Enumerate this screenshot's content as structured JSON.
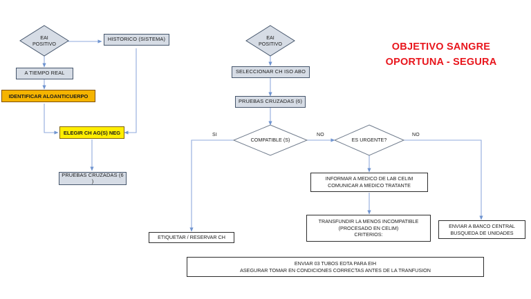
{
  "diagram": {
    "type": "flowchart",
    "title_banner": {
      "line1": "OBJETIVO SANGRE",
      "line2": "OPORTUNA - SEGURA",
      "color": "#e8151c"
    },
    "palette": {
      "grey_fill": "#d6dce5",
      "grey_border": "#44546a",
      "yellow_fill": "#ffee00",
      "orange_fill": "#f5b400",
      "white_fill": "#ffffff",
      "connector": "#8faadc",
      "black_border": "#2b2b2b"
    },
    "left_branch": {
      "nodes": [
        {
          "id": "eai-positivo-left",
          "shape": "diamond",
          "text_line1": "EAI",
          "text_line2": "POSITIVO",
          "style": "grey"
        },
        {
          "id": "historico-sistema",
          "shape": "rect",
          "text": "HISTORICO (SISTEMA)",
          "style": "grey"
        },
        {
          "id": "a-tiempo-real",
          "shape": "rect",
          "text": "A TIEMPO REAL",
          "style": "grey"
        },
        {
          "id": "identificar-aloanticuerpo",
          "shape": "rect",
          "text": "IDENTIFICAR ALOANTICUERPO",
          "style": "orange"
        },
        {
          "id": "elegir-ch-ag-neg",
          "shape": "rect",
          "text": "ELEGIR CH AG(S) NEG",
          "style": "yellow"
        },
        {
          "id": "pruebas-cruzadas-left",
          "shape": "rect",
          "text": "PRUEBAS CRUZADAS (6 )",
          "style": "grey"
        }
      ]
    },
    "right_branch": {
      "nodes": [
        {
          "id": "eai-positivo-right",
          "shape": "diamond",
          "text_line1": "EAI",
          "text_line2": "POSITIVO",
          "style": "grey"
        },
        {
          "id": "seleccionar-ch-iso-abo",
          "shape": "rect",
          "text": "SELECCIONAR CH ISO ABO",
          "style": "grey"
        },
        {
          "id": "pruebas-cruzadas-right",
          "shape": "rect",
          "text": "PRUEBAS CRUZADAS (6)",
          "style": "grey"
        },
        {
          "id": "compatible",
          "shape": "diamond",
          "text_line1": "COMPATIBLE (S)",
          "text_line2": "",
          "style": "white"
        },
        {
          "id": "es-urgente",
          "shape": "diamond",
          "text_line1": "ES URGENTE?",
          "text_line2": "",
          "style": "white"
        },
        {
          "id": "etiquetar-reservar-ch",
          "shape": "rect",
          "text": "ETIQUETAR / RESERVAR CH",
          "style": "white"
        },
        {
          "id": "informar-medico",
          "shape": "rect",
          "text_line1": "INFORMAR A MEDICO DE LAB CELIM",
          "text_line2": "COMUNICAR A MEDICO TRATANTE",
          "style": "white"
        },
        {
          "id": "transfundir-menos-incompatible",
          "shape": "rect",
          "text_line1": "TRANSFUNDIR LA MENOS INCOMPATIBLE",
          "text_line2": "(PROCESADO EN CELIM)",
          "text_line3": "CRITERIOS:",
          "style": "white"
        },
        {
          "id": "enviar-banco-central",
          "shape": "rect",
          "text_line1": "ENVIAR A BANCO CENTRAL",
          "text_line2": "BUSQUEDA DE UNIDADES",
          "style": "white"
        }
      ]
    },
    "edge_labels": [
      {
        "id": "si-compatible",
        "text": "SI"
      },
      {
        "id": "no-compatible",
        "text": "NO"
      },
      {
        "id": "no-urgente",
        "text": "NO"
      }
    ],
    "footer": {
      "id": "footer-note",
      "line1": "ENVIAR 03 TUBOS EDTA PARA EIH",
      "line2": "ASEGURAR TOMAR EN CONDICIONES CORRECTAS ANTES DE LA TRANFUSION"
    }
  }
}
